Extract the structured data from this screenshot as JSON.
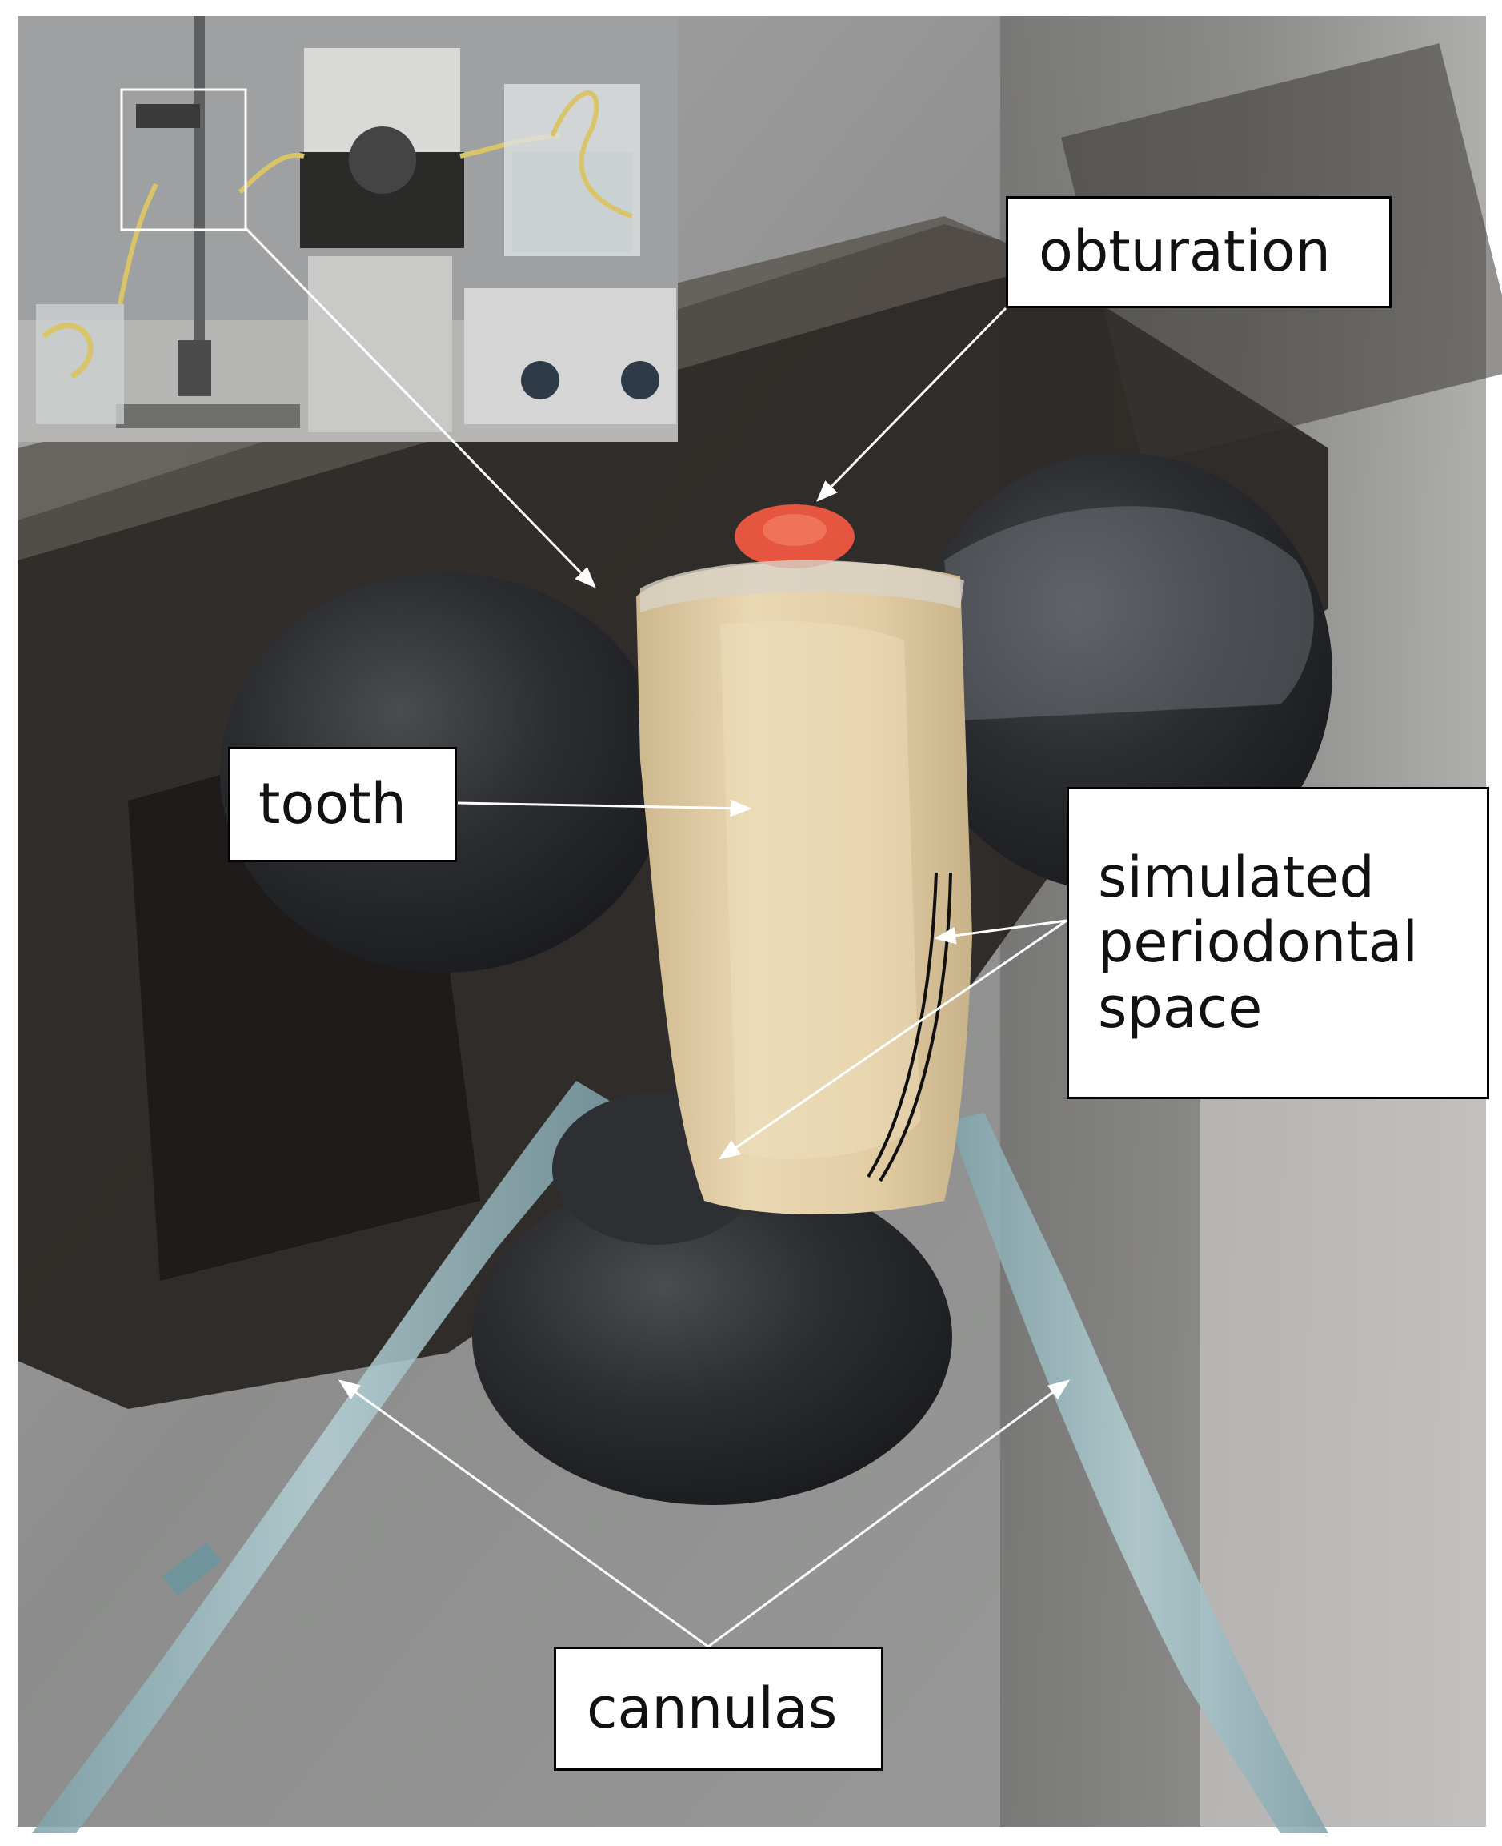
{
  "labels": {
    "obturation": "obturation",
    "tooth": "tooth",
    "periodontal": [
      "simulated",
      "periodontal",
      "space"
    ],
    "cannulas": "cannulas"
  },
  "colors": {
    "frame": "#000000",
    "arrow": "#ffffff",
    "background_gray": "#8e8f8f",
    "holder_dark": "#2a2623",
    "putty_black": "#26282b",
    "tooth_cream": "#e3cfa6",
    "cannula_teal": "#8fb4bb",
    "obturation_red": "#e6553f"
  }
}
